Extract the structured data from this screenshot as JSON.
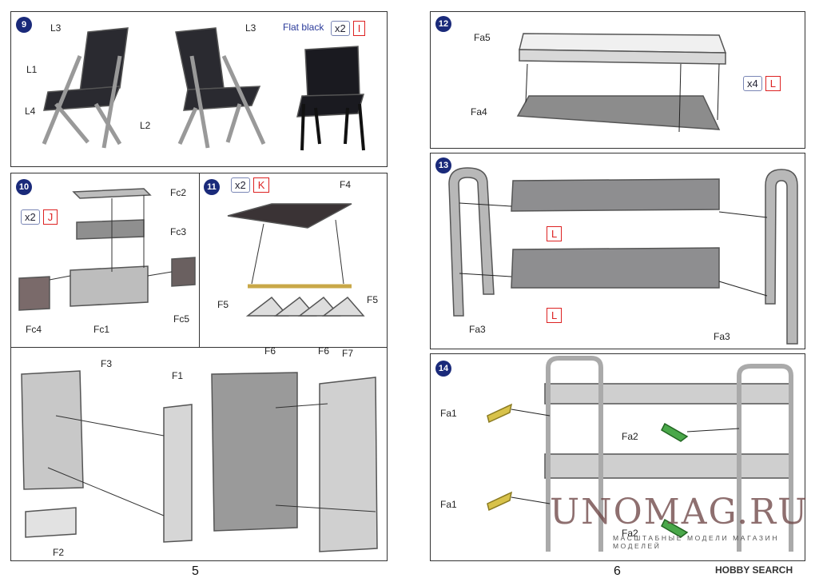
{
  "left_page": {
    "page_number": "5",
    "step9": {
      "number": "9",
      "labels": {
        "l3a": "L3",
        "l3b": "L3",
        "l1": "L1",
        "l4": "L4",
        "l2": "L2"
      },
      "paint_note": "Flat black",
      "qty": "x2",
      "code": "I"
    },
    "step10": {
      "number": "10",
      "qty": "x2",
      "code": "J",
      "labels": {
        "fc2": "Fc2",
        "fc3": "Fc3",
        "fc4": "Fc4",
        "fc1": "Fc1",
        "fc5": "Fc5"
      }
    },
    "step11": {
      "number": "11",
      "qty": "x2",
      "code": "K",
      "labels": {
        "f4": "F4",
        "f5a": "F5",
        "f5b": "F5",
        "f6a": "F6",
        "f6b": "F6"
      }
    },
    "locker_step": {
      "labels": {
        "f3": "F3",
        "f1": "F1",
        "f7": "F7",
        "f2": "F2"
      }
    }
  },
  "right_page": {
    "page_number": "6",
    "step12": {
      "number": "12",
      "qty": "x4",
      "code": "L",
      "labels": {
        "fa5": "Fa5",
        "fa4": "Fa4"
      }
    },
    "step13": {
      "number": "13",
      "labels": {
        "l_top": "L",
        "l_bottom": "L",
        "fa3a": "Fa3",
        "fa3b": "Fa3"
      }
    },
    "step14": {
      "number": "14",
      "labels": {
        "fa1a": "Fa1",
        "fa2a": "Fa2",
        "fa1b": "Fa1",
        "fa2b": "Fa2"
      }
    }
  },
  "watermark": {
    "main": "UNOMAG.RU",
    "sub": "МАСШТАБНЫЕ МОДЕЛИ МАГАЗИН МОДЕЛЕЙ"
  },
  "hobby_search": "HOBBY SEARCH",
  "colors": {
    "step_badge": "#1a2a7a",
    "code_red": "#d22222",
    "part_yellow": "#d8c24a",
    "part_green": "#4aa84a"
  }
}
